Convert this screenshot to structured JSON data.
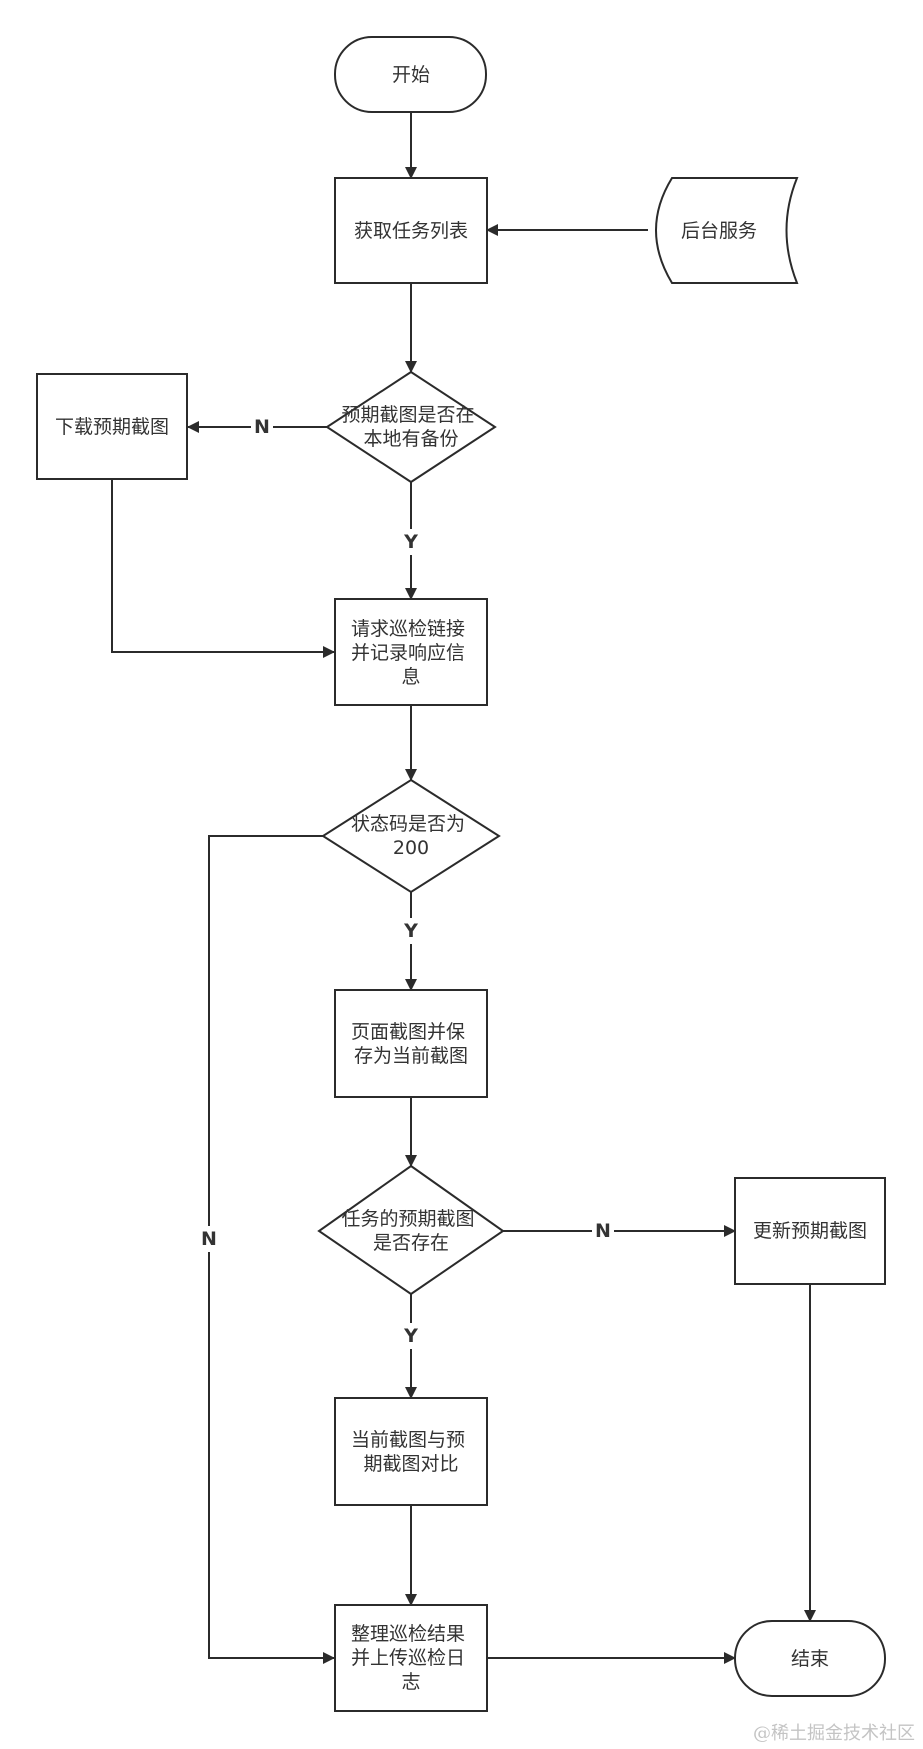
{
  "nodes": {
    "start": [
      "开始"
    ],
    "get_tasks": [
      "获取任务列表"
    ],
    "backend": [
      "后台服务"
    ],
    "check_local": [
      "预期截图是否在",
      "本地有备份"
    ],
    "download": [
      "下载预期截图"
    ],
    "request": [
      "请求巡检链接",
      "并记录响应信",
      "息"
    ],
    "status": [
      "状态码是否为",
      "200"
    ],
    "screenshot": [
      "页面截图并保",
      "存为当前截图"
    ],
    "check_expected": [
      "任务的预期截图",
      "是否存在"
    ],
    "update": [
      "更新预期截图"
    ],
    "compare": [
      "当前截图与预",
      "期截图对比"
    ],
    "upload": [
      "整理巡检结果",
      "并上传巡检日",
      "志"
    ],
    "end": [
      "结束"
    ]
  },
  "edge_labels": {
    "local_no": "N",
    "local_yes": "Y",
    "status_yes": "Y",
    "status_no": "N",
    "expected_no": "N",
    "expected_yes": "Y"
  },
  "watermark": "@稀土掘金技术社区"
}
